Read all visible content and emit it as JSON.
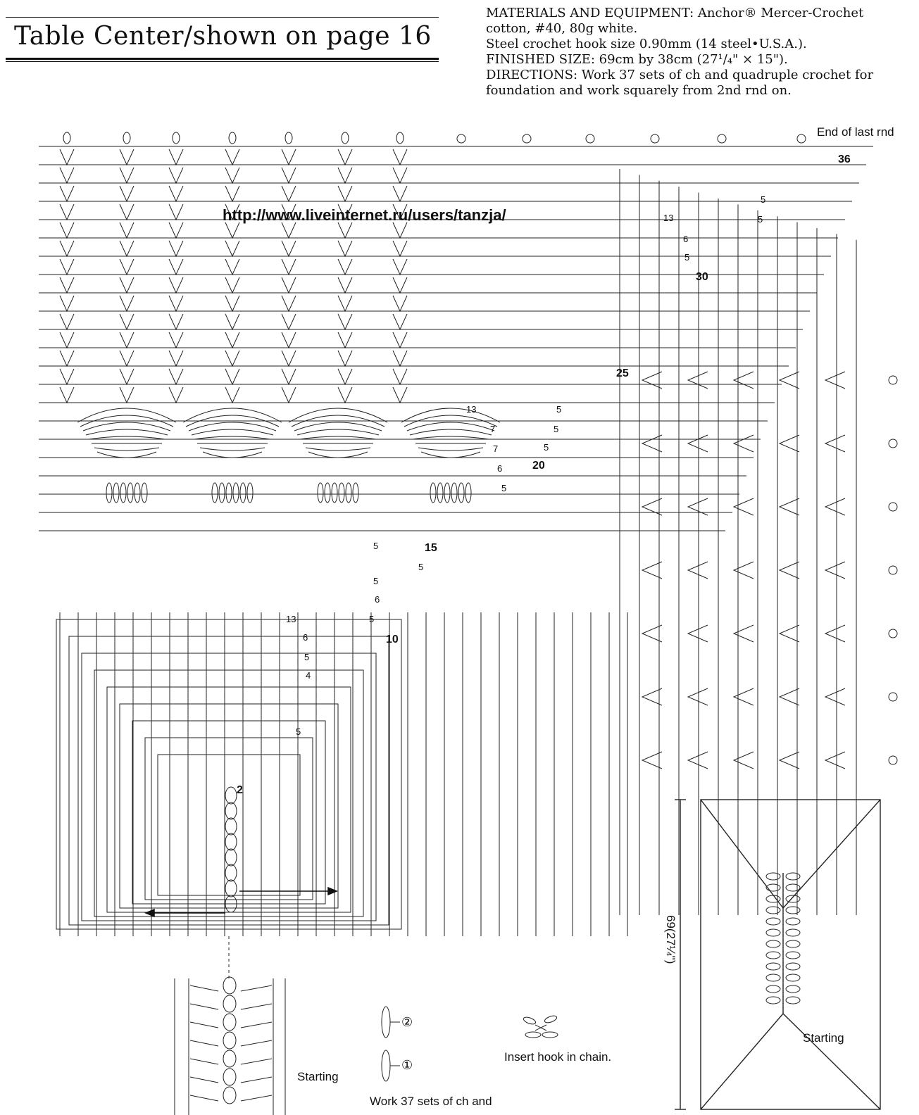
{
  "title": "Table Center/shown on page 16",
  "materials": {
    "line1": "MATERIALS AND EQUIPMENT: Anchor® Mercer-Crochet cotton, #40, 80g white.",
    "line2": "Steel crochet hook size 0.90mm (14 steel•U.S.A.).",
    "line3": "FINISHED SIZE: 69cm by 38cm (27¹/₄\" × 15\").",
    "line4": "DIRECTIONS: Work 37 sets of ch and quadruple crochet for foundation and work squarely from 2nd rnd on."
  },
  "watermark": "http://www.liveinternet.ru/users/tanzja/",
  "diagram_labels": {
    "end_of_last_rnd": "End of last rnd",
    "starting_bottom": "Starting",
    "starting_inset": "Starting",
    "insert_hook": "Insert hook in chain.",
    "work_sets": "Work 37 sets of ch and",
    "dimension": "69(27¼\")",
    "circle_1": "①",
    "circle_2": "②"
  },
  "round_numbers": {
    "r36": "36",
    "r30": "30",
    "r25": "25",
    "r20": "20",
    "r15": "15",
    "r10": "10",
    "r2": "2",
    "n13a": "13",
    "n5a": "5",
    "n5b": "5",
    "n6a": "6",
    "n5c": "5",
    "n13b": "13",
    "n5d": "5",
    "n7a": "7",
    "n5e": "5",
    "n7b": "7",
    "n5f": "5",
    "n6b": "6",
    "n5g": "5",
    "n5h": "5",
    "n5i": "5",
    "n5j": "5",
    "n6c": "6",
    "n13c": "13",
    "n5k": "5",
    "n6d": "6",
    "n5l": "5",
    "n4": "4",
    "n5m": "5"
  }
}
